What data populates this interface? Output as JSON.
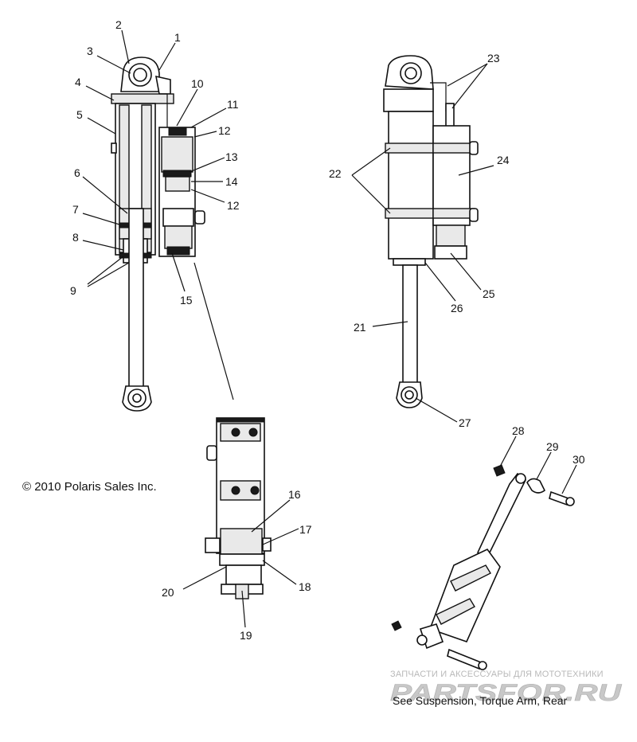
{
  "copyright": "© 2010 Polaris Sales Inc.",
  "see_also": "See Suspension, Torque Arm, Rear",
  "watermark": {
    "tagline": "ЗАПЧАСТИ И АКСЕССУАРЫ ДЛЯ МОТОТЕХНИКИ",
    "brand": "PARTSFOR.RU"
  },
  "callouts": [
    "1",
    "2",
    "3",
    "4",
    "5",
    "6",
    "7",
    "8",
    "9",
    "10",
    "11",
    "12",
    "12",
    "13",
    "14",
    "15",
    "16",
    "17",
    "18",
    "19",
    "20",
    "21",
    "22",
    "23",
    "24",
    "25",
    "26",
    "27",
    "28",
    "29",
    "30"
  ],
  "colors": {
    "line": "#111111",
    "background": "#ffffff",
    "watermark": "#b9b9b9",
    "watermark_brand": "#c8c8c8"
  }
}
